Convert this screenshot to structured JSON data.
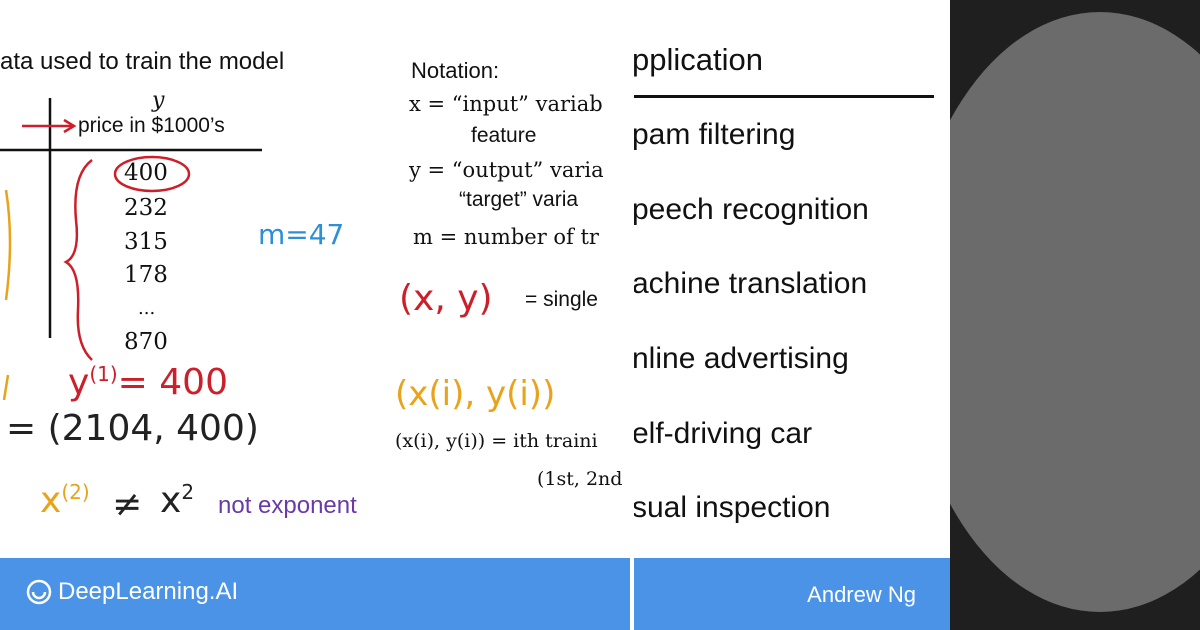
{
  "panel1": {
    "title": "ata used to train the model",
    "col_label": "y",
    "col_desc": "price in $1000’s",
    "values": [
      "400",
      "232",
      "315",
      "178",
      "...",
      "870"
    ],
    "m_note": "m=47",
    "y1": "y",
    "y1_sup": "(1)",
    "y1_val": "= 400",
    "pair": "= (2104, 400)",
    "x2": "x",
    "x2_sup": "(2)",
    "neq": "≠",
    "xsq": "x",
    "xsq_sup": "2",
    "not_exp": "not exponent"
  },
  "panel2": {
    "notation": "Notation:",
    "x_eq": "x = “input” variab",
    "feature": "feature",
    "y_eq": "y = “output” varia",
    "target": "“target” varia",
    "m_eq": "m = number of tr",
    "xy_hand": "(x, y)",
    "single": "= single",
    "xiyi_hand": "(x(i), y(i))",
    "ith": "(x(i), y(i)) = ith traini",
    "first": "(1st, 2nd"
  },
  "panel3": {
    "title": "pplication",
    "items": [
      "pam filtering",
      "peech recognition",
      "achine translation",
      "nline advertising",
      "elf-driving car",
      "sual inspection"
    ]
  },
  "footer": {
    "logo_text": "DeepLearning.AI",
    "author": "Andrew Ng"
  }
}
